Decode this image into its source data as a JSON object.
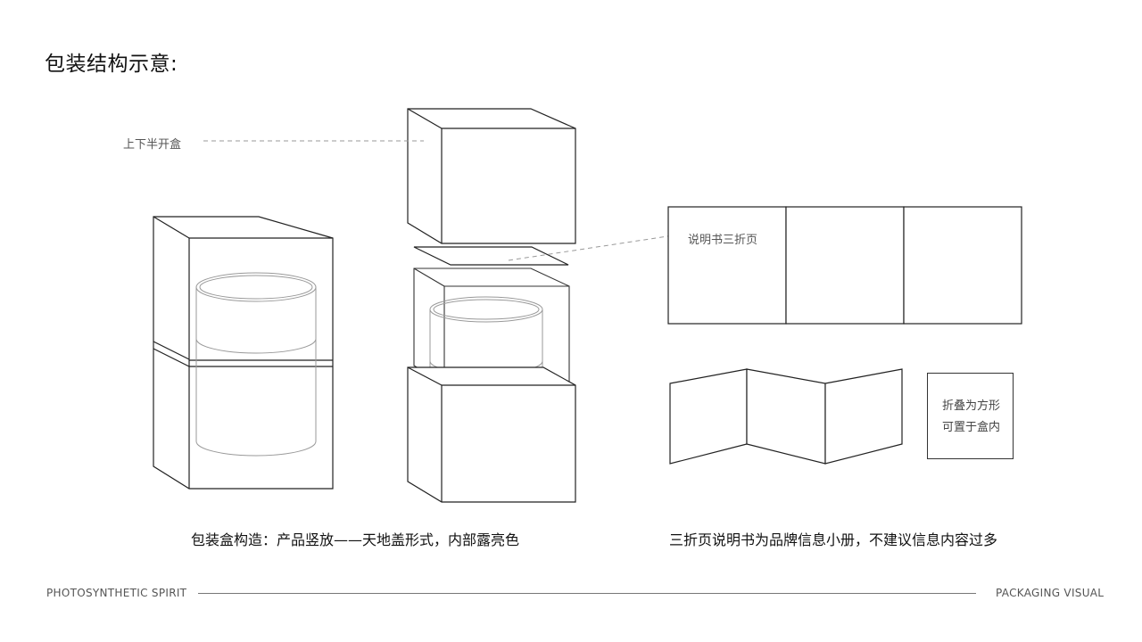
{
  "page_title": "包装结构示意:",
  "labels": {
    "half_box": "上下半开盒",
    "manual_trifold": "说明书三折页",
    "fold_line1": "折叠为方形",
    "fold_line2": "可置于盒内"
  },
  "captions": {
    "box": "包装盒构造：产品竖放——天地盖形式，内部露亮色",
    "manual": "三折页说明书为品牌信息小册，不建议信息内容过多"
  },
  "footer": {
    "left": "PHOTOSYNTHETIC SPIRIT",
    "right": "PACKAGING VISUAL"
  }
}
